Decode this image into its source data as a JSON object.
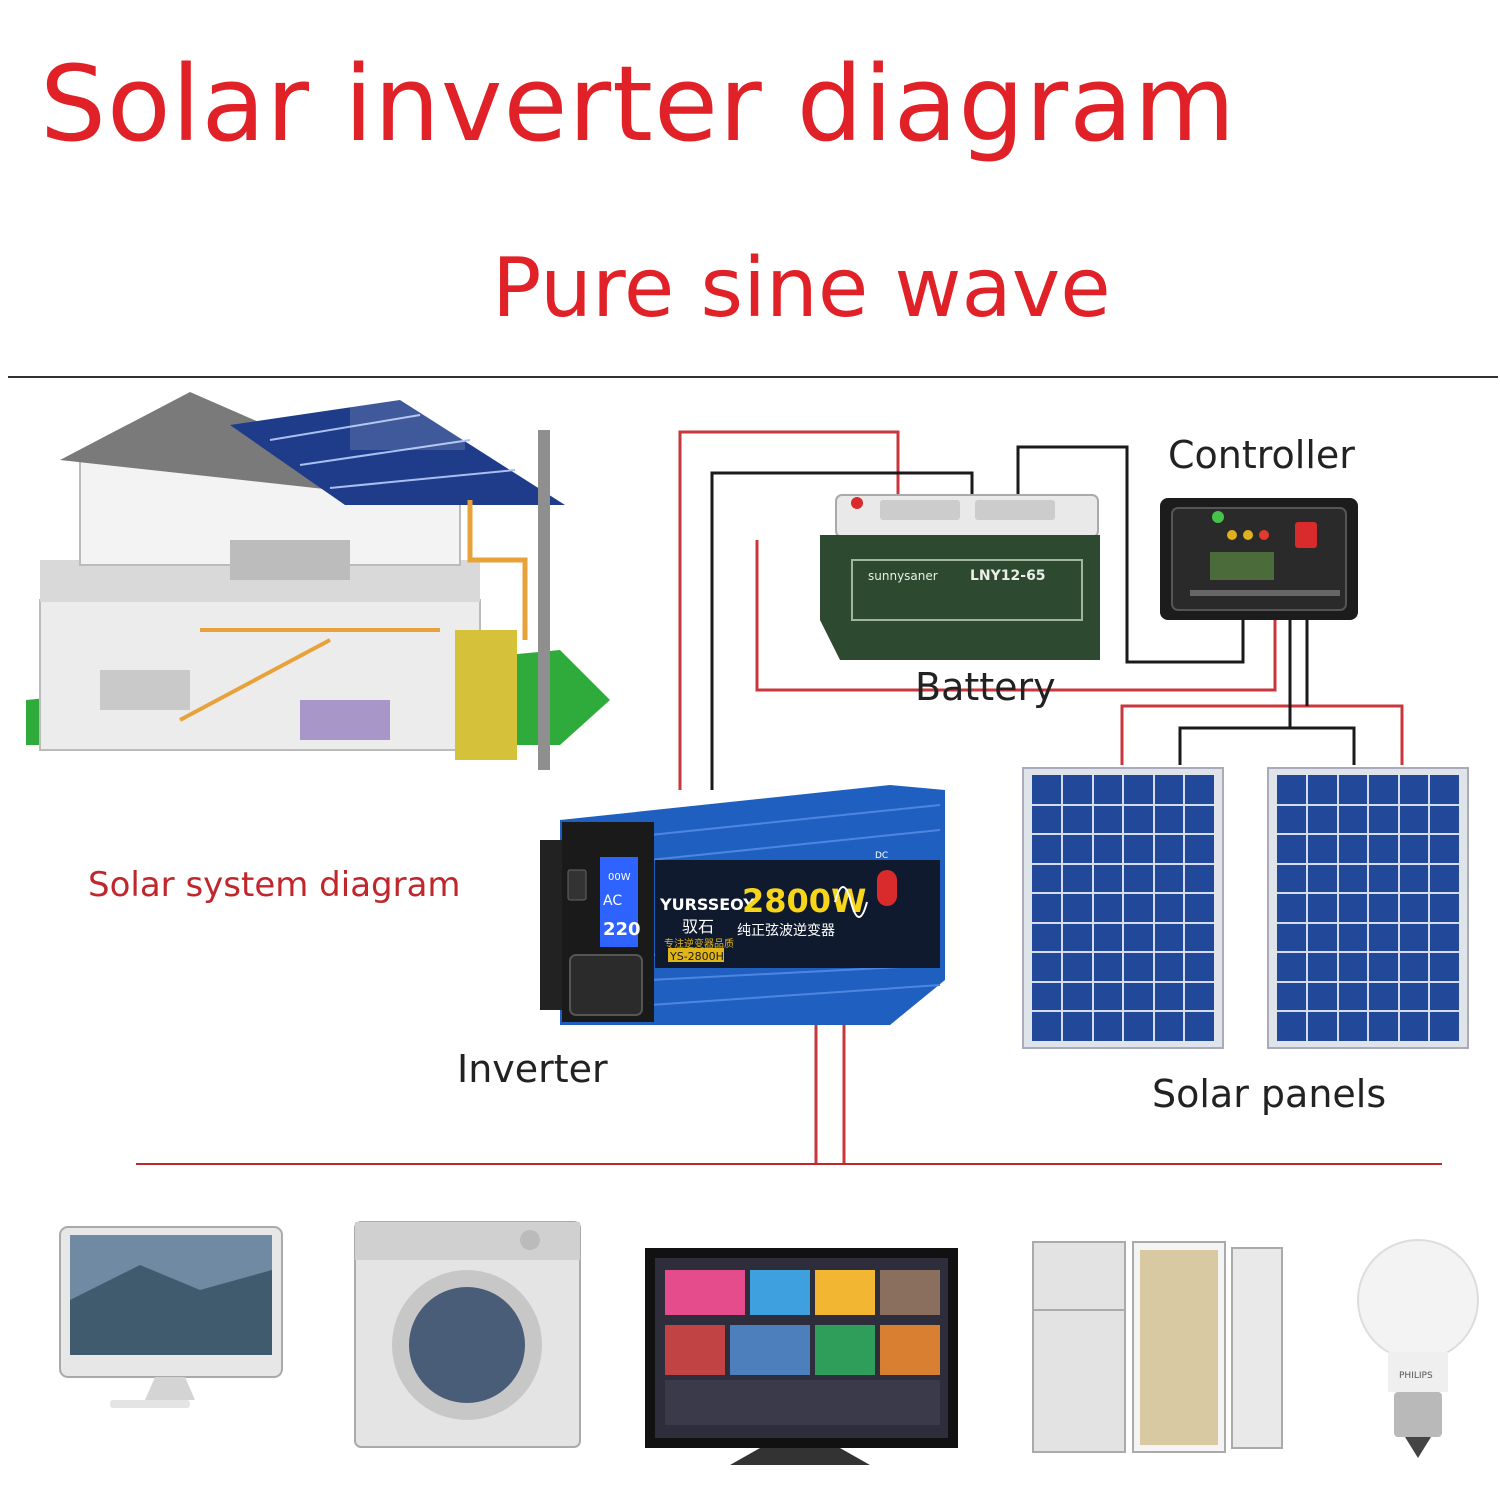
{
  "colors": {
    "red": "#e02127",
    "wire_red": "#c8373b",
    "wire_black": "#1a1a1a",
    "inverter_blue": "#1f5fc0",
    "panel_blue": "#22489a",
    "battery_green": "#2d4a30"
  },
  "header": {
    "title": "Solar inverter diagram",
    "subtitle": "Pure sine wave"
  },
  "labels": {
    "controller": "Controller",
    "battery": "Battery",
    "solar_system": "Solar system diagram",
    "inverter": "Inverter",
    "solar_panels": "Solar panels"
  },
  "inverter": {
    "brand": "YURSSEOY",
    "brand_cn": "驭石",
    "slogan_cn": "专注逆变器品质",
    "model": "YS-2800H",
    "power": "2800W",
    "desc_cn": "纯正弦波逆变器",
    "display_voltage": "220",
    "display_mode": "AC",
    "display_watts": "00W",
    "dc_label": "DC"
  },
  "battery": {
    "brand": "sunnysaner",
    "model": "LNY12-65"
  },
  "appliances": [
    {
      "name": "computer-monitor"
    },
    {
      "name": "washing-machine"
    },
    {
      "name": "television"
    },
    {
      "name": "refrigerator"
    },
    {
      "name": "light-bulb",
      "brand": "PHILIPS"
    }
  ]
}
